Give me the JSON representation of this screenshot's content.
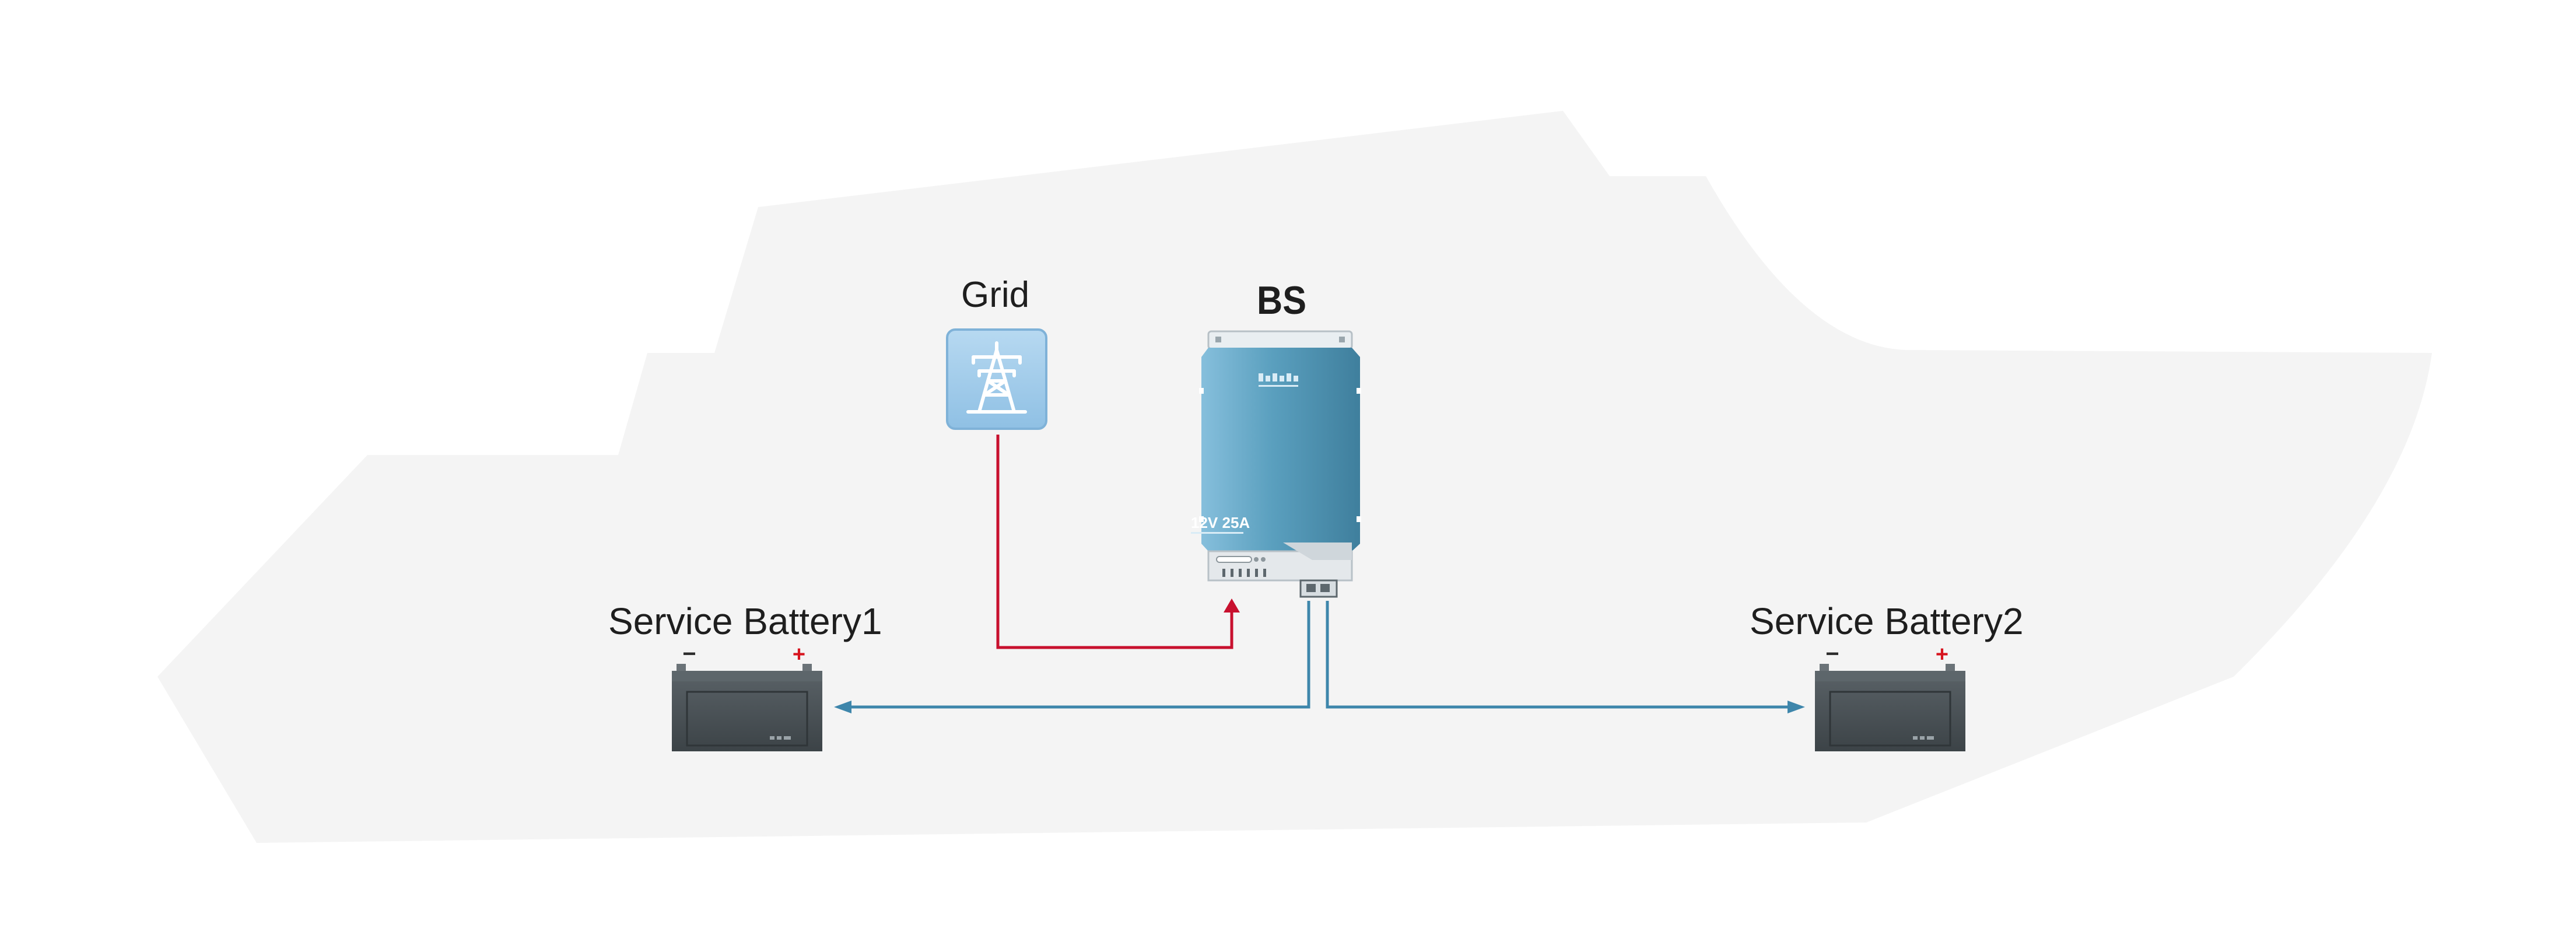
{
  "labels": {
    "grid": "Grid",
    "device": "BS",
    "battery1": "Service Battery1",
    "battery2": "Service Battery2"
  },
  "device": {
    "rating": "12V 25A"
  },
  "battery": {
    "minus": "−",
    "plus": "+"
  },
  "colors": {
    "boat_silhouette": "#f4f4f4",
    "device_body": "#5a9fbe",
    "grid_icon": "#a9cfeb",
    "ac_line": "#c8102e",
    "dc_line": "#3e86ab",
    "battery_body": "#4a5257",
    "battery_plus": "#d7141e"
  },
  "icons": {
    "grid": "power-pylon-icon",
    "battery": "battery-icon",
    "charger": "charger-device-icon"
  }
}
